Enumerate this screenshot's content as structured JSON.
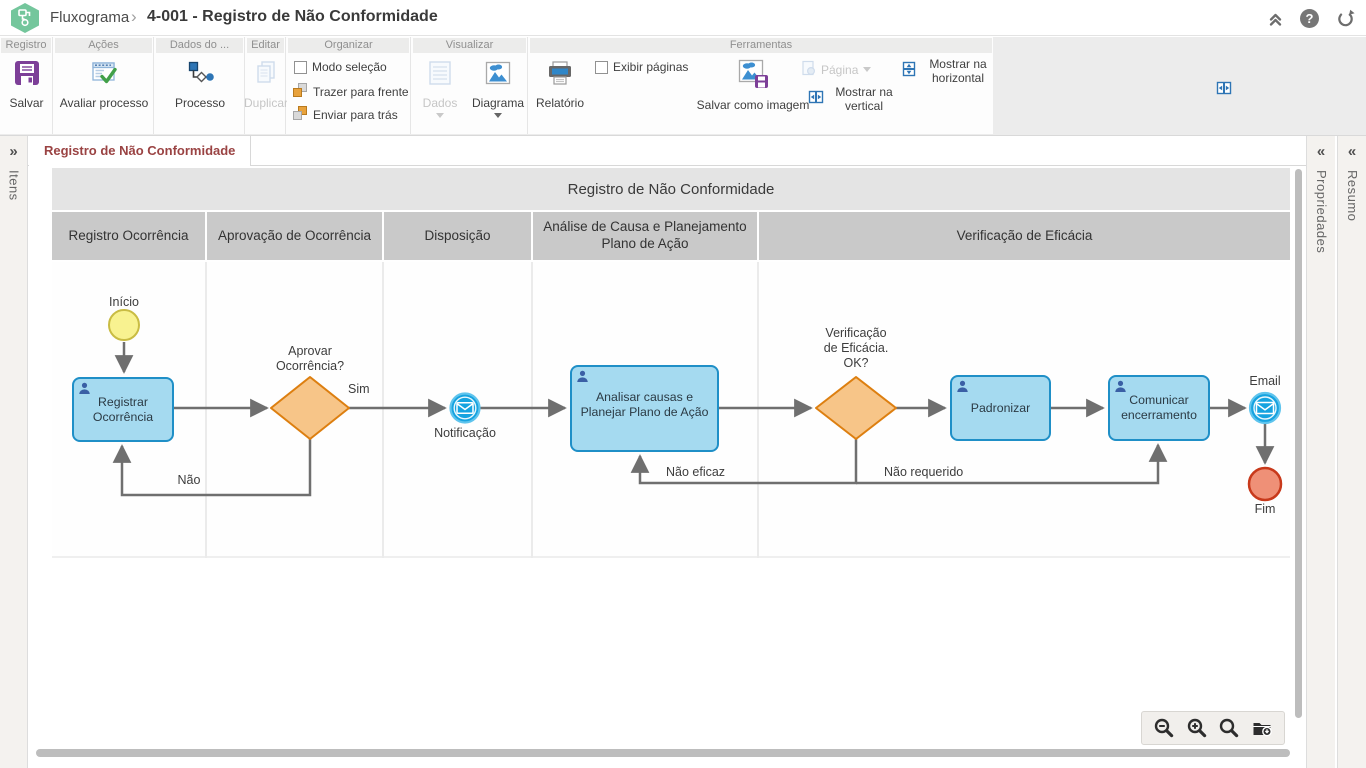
{
  "header": {
    "app_name": "Fluxograma",
    "breadcrumb_separator": "›",
    "title": "4-001 - Registro de Não Conformidade"
  },
  "help_glyph": "?",
  "ribbon": {
    "groups": {
      "registro": "Registro",
      "acoes": "Ações",
      "dados_do": "Dados do ...",
      "editar": "Editar",
      "organizar": "Organizar",
      "visualizar": "Visualizar",
      "ferramentas": "Ferramentas"
    },
    "buttons": {
      "salvar": "Salvar",
      "avaliar_processo": "Avaliar processo",
      "processo": "Processo",
      "duplicar": "Duplicar",
      "modo_selecao": "Modo seleção",
      "trazer_para_frente": "Trazer para frente",
      "enviar_para_tras": "Enviar para trás",
      "dados": "Dados",
      "diagrama": "Diagrama",
      "relatorio": "Relatório",
      "exibir_paginas": "Exibir páginas",
      "salvar_como_imagem": "Salvar como imagem",
      "pagina": "Página",
      "mostrar_na_vertical": "Mostrar na vertical",
      "mostrar_na_horizontal": "Mostrar na horizontal"
    }
  },
  "tabs": {
    "active": "Registro de Não Conformidade"
  },
  "side_panels": {
    "left_label": "Itens",
    "properties_label": "Propriedades",
    "summary_label": "Resumo",
    "expand_glyph": "»",
    "collapse_glyph": "«"
  },
  "diagram": {
    "title": "Registro de Não Conformidade",
    "lanes": [
      "Registro Ocorrência",
      "Aprovação de Ocorrência",
      "Disposição",
      "Análise de Causa e Planejamento Plano de Ação",
      "Verificação de Eficácia"
    ],
    "nodes": {
      "start": "Início",
      "task_registrar": "Registrar Ocorrência",
      "gateway_aprovar": "Aprovar Ocorrência?",
      "event_notificacao": "Notificação",
      "task_analisar": "Analisar causas e Planejar Plano de Ação",
      "gateway_verificacao": "Verificação de Eficácia. OK?",
      "task_padronizar": "Padronizar",
      "task_comunicar": "Comunicar encerramento",
      "event_email": "Email",
      "end": "Fim"
    },
    "edge_labels": {
      "sim": "Sim",
      "nao": "Não",
      "nao_eficaz": "Não eficaz",
      "nao_requerido": "Não requerido"
    }
  },
  "colors": {
    "logo_green": "#74c69c",
    "save_purple": "#7d3f98",
    "task_fill": "#a5daf0",
    "task_border": "#1f8fc7",
    "gateway_fill": "#f7c588",
    "gateway_border": "#dd7f10",
    "start_fill": "#f8f290",
    "start_border": "#c9bc43",
    "event_blue": "#16a3e0",
    "end_fill": "#ef9077",
    "end_border": "#c8391b",
    "connector_grey": "#6f6f6f",
    "tab_text": "#9a4343"
  }
}
